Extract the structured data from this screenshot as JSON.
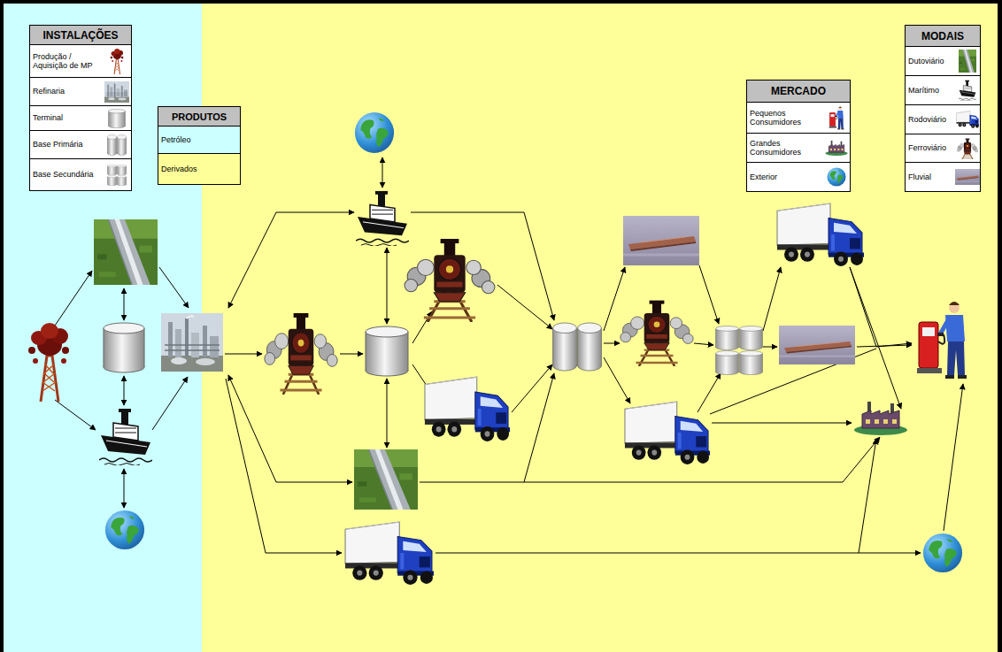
{
  "diagram": {
    "labels": [
      "INSTALAÇÕES",
      "PRODUTOS",
      "MERCADO",
      "MODAIS"
    ],
    "legend": [
      {
        "text": "Produção / Aquisição de MP"
      },
      {
        "text": "Refinaria"
      },
      {
        "text": "Terminal"
      },
      {
        "text": "Base Primária"
      },
      {
        "text": "Base Secundária"
      },
      {
        "text": "Petróleo",
        "color": "#ccffff"
      },
      {
        "text": "Derivados",
        "color": "#ffff99"
      },
      {
        "text": "Pequenos Consumidores"
      },
      {
        "text": "Grandes Consumidores"
      },
      {
        "text": "Exterior"
      },
      {
        "text": "Dutoviário"
      },
      {
        "text": "Marítimo"
      },
      {
        "text": "Rodoviário"
      },
      {
        "text": "Ferroviário"
      },
      {
        "text": "Fluvial"
      }
    ]
  }
}
